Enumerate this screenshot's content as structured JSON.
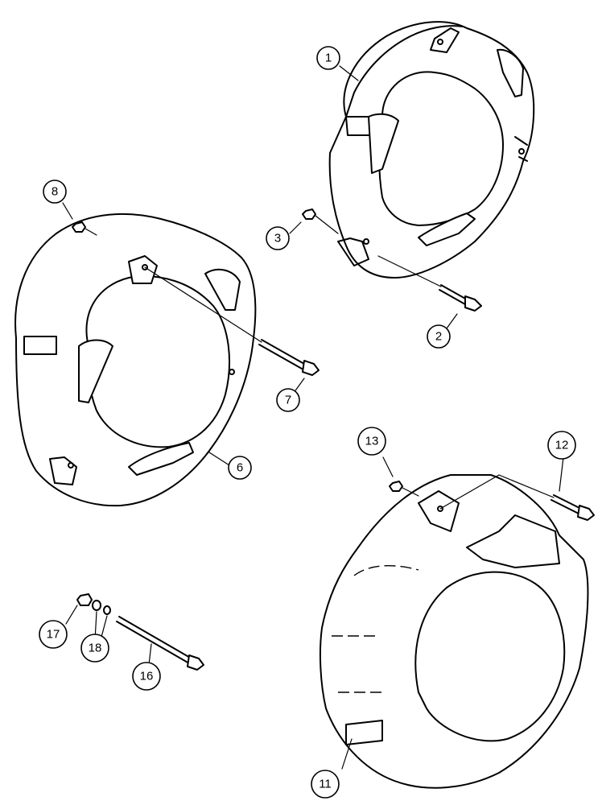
{
  "callouts": [
    {
      "id": "c1",
      "label": "1"
    },
    {
      "id": "c2",
      "label": "2"
    },
    {
      "id": "c3",
      "label": "3"
    },
    {
      "id": "c6",
      "label": "6"
    },
    {
      "id": "c7",
      "label": "7"
    },
    {
      "id": "c8",
      "label": "8"
    },
    {
      "id": "c11",
      "label": "11"
    },
    {
      "id": "c12",
      "label": "12"
    },
    {
      "id": "c13",
      "label": "13"
    },
    {
      "id": "c16",
      "label": "16"
    },
    {
      "id": "c17",
      "label": "17"
    },
    {
      "id": "c18",
      "label": "18"
    }
  ]
}
